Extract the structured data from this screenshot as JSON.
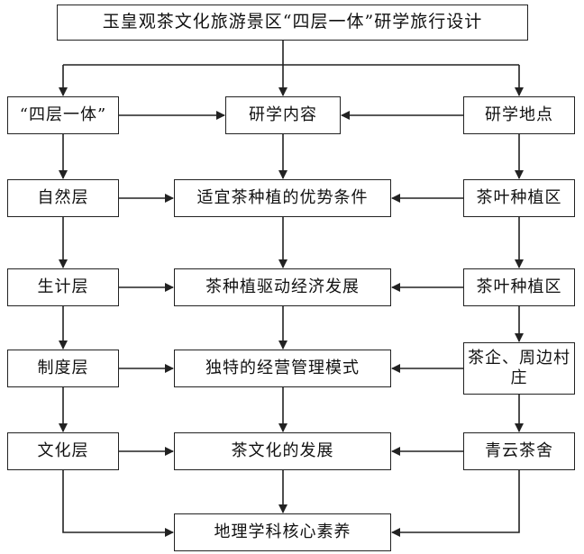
{
  "title": "玉皇观茶文化旅游景区“四层一体”研学旅行设计",
  "left_column": [
    "“四层一体”",
    "自然层",
    "生计层",
    "制度层",
    "文化层"
  ],
  "center_column": [
    "研学内容",
    "适宜茶种植的优势条件",
    "茶种植驱动经济发展",
    "独特的经营管理模式",
    "茶文化的发展",
    "地理学科核心素养"
  ],
  "right_column": [
    "研学地点",
    "茶叶种植区",
    "茶叶种植区",
    "茶企、周边村庄",
    "青云茶舍"
  ],
  "colors": {
    "line": "#222222",
    "box_border": "#222222",
    "background": "#ffffff"
  }
}
